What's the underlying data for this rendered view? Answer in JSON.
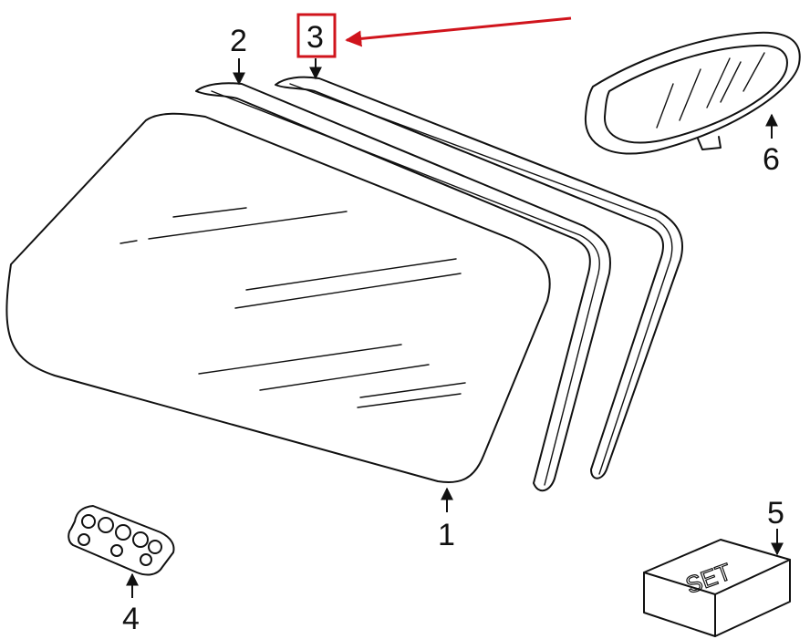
{
  "callouts": {
    "windshield": "1",
    "molding_upper": "2",
    "molding_outer": "3",
    "bracket": "4",
    "kit": "5",
    "mirror": "6"
  },
  "kit_label": "SET",
  "highlight_color": "#d0141c"
}
